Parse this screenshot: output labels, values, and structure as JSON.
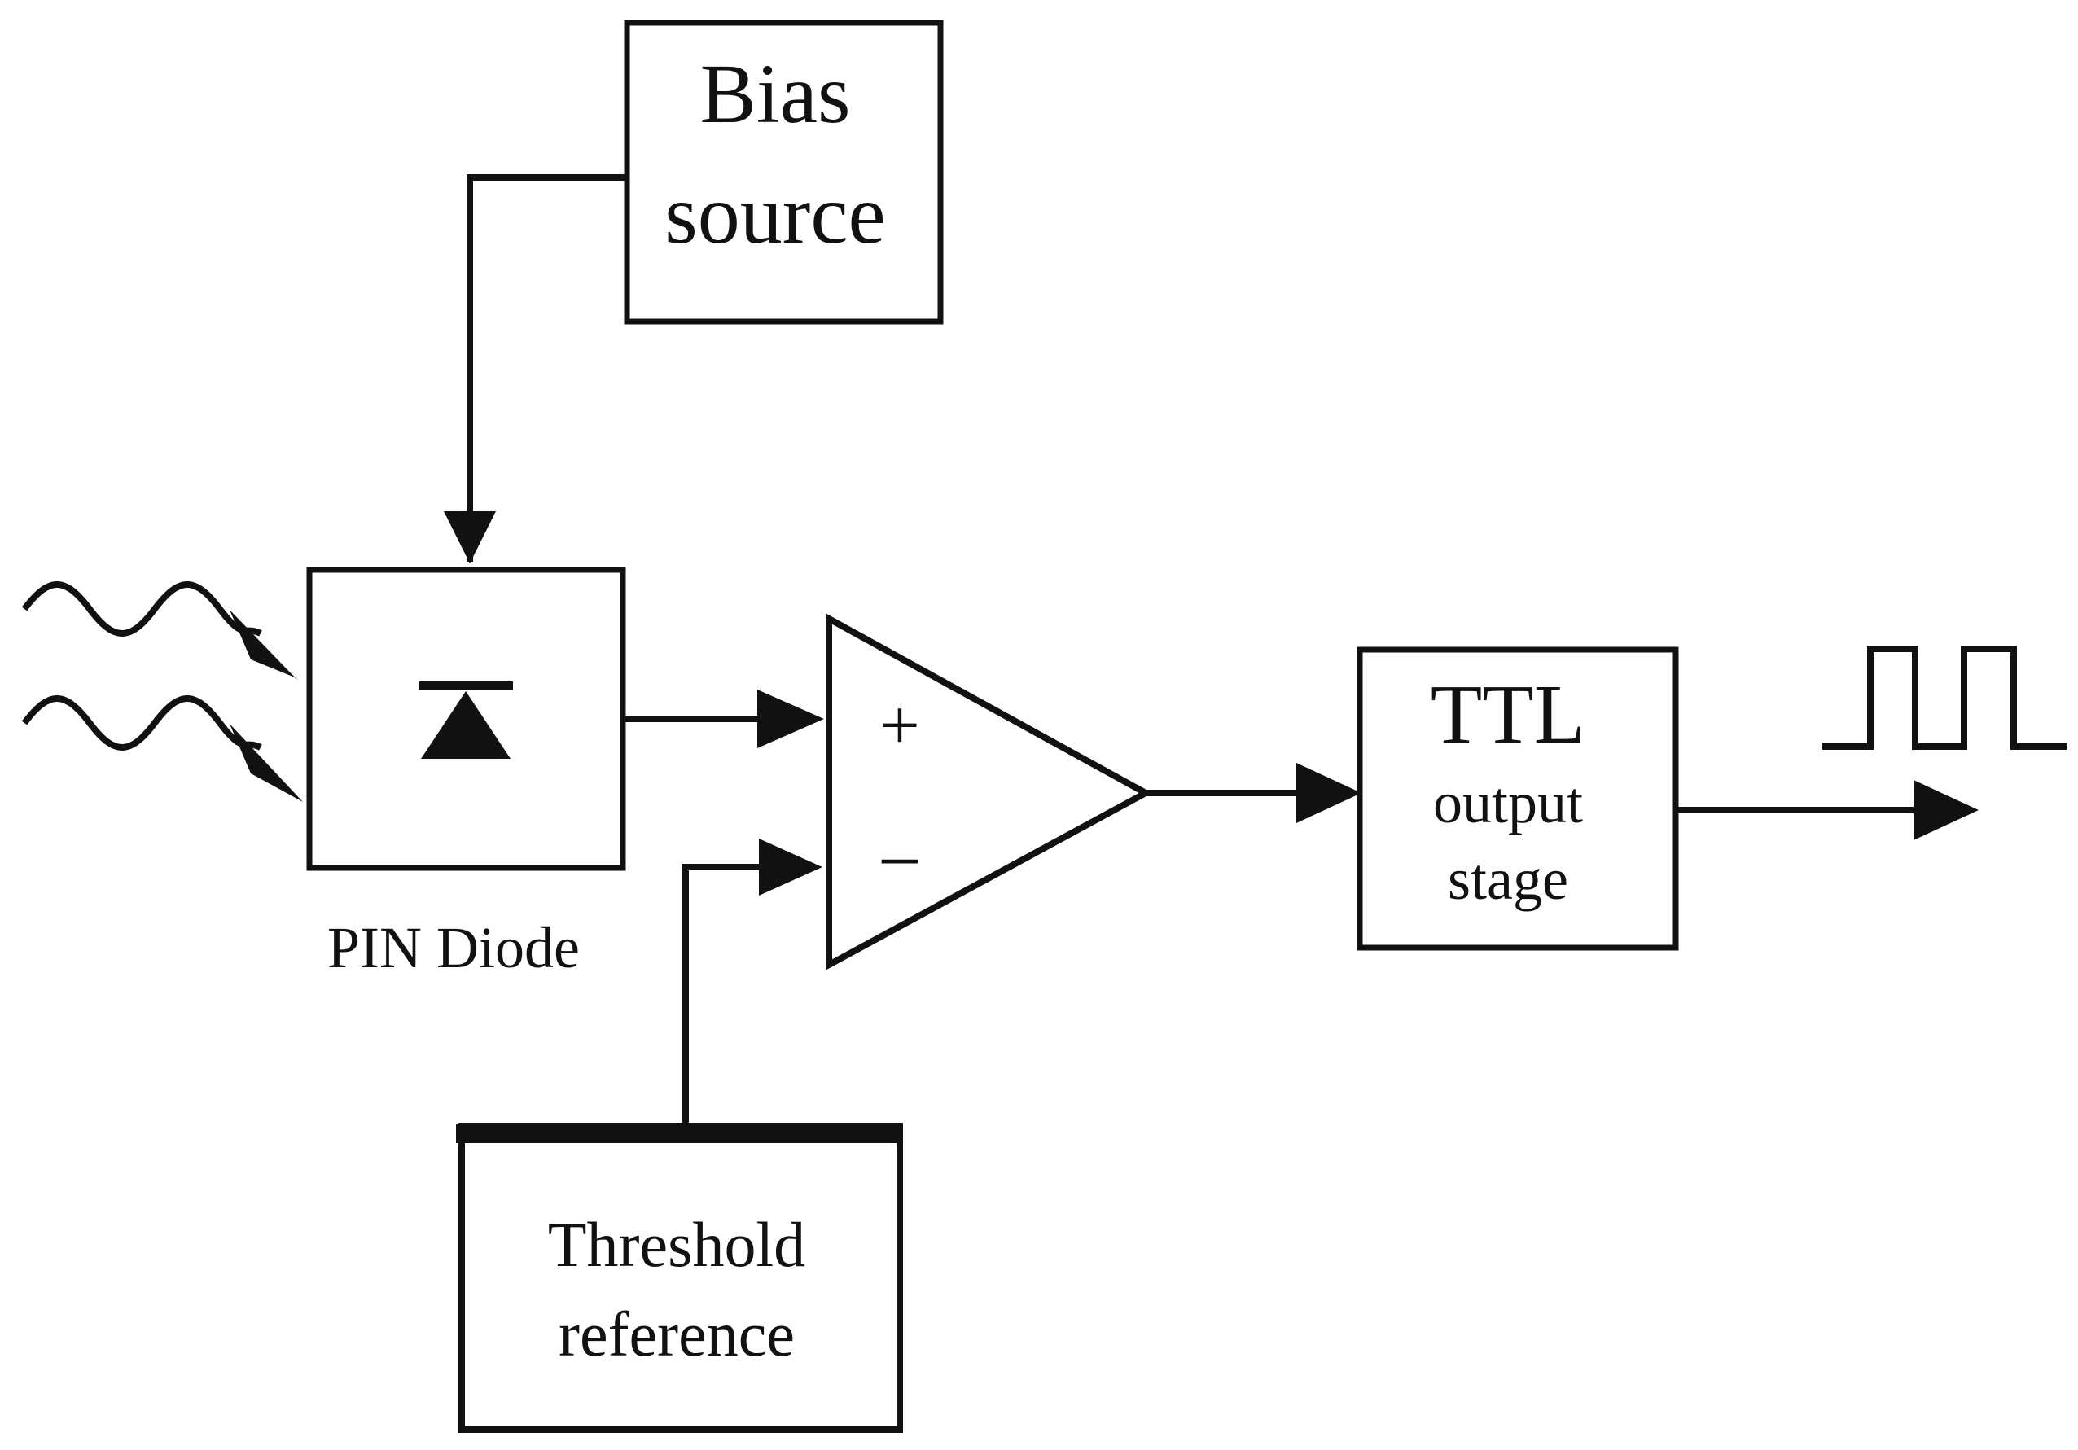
{
  "blocks": {
    "bias": {
      "line1": "Bias",
      "line2": "source"
    },
    "pin_diode": {
      "label": "PIN Diode"
    },
    "comparator": {
      "plus": "+",
      "minus": "−"
    },
    "ttl": {
      "line1": "TTL",
      "line2": "output",
      "line3": "stage"
    },
    "threshold": {
      "line1": "Threshold",
      "line2": "reference"
    }
  }
}
